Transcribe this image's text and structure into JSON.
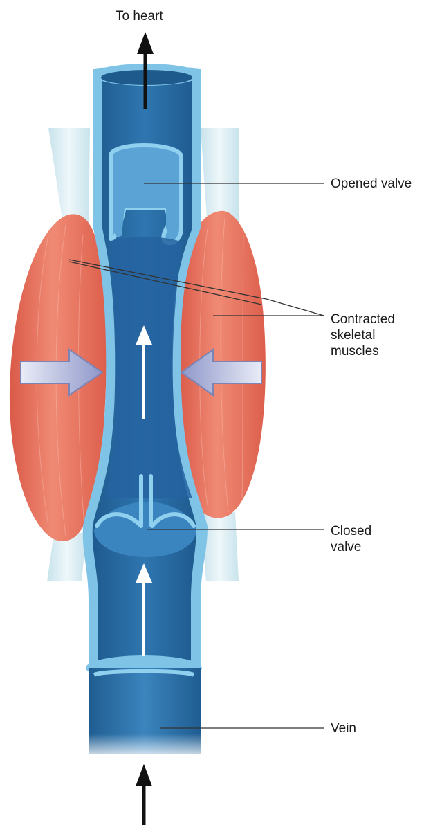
{
  "labels": {
    "to_heart": "To heart",
    "opened_valve": "Opened valve",
    "contracted_1": "Contracted",
    "contracted_2": "skeletal",
    "contracted_3": "muscles",
    "closed_1": "Closed",
    "closed_2": "valve",
    "vein": "Vein"
  },
  "colors": {
    "vein_dark": "#2b6fa6",
    "vein_mid": "#3b84bd",
    "vein_wall": "#7fc3e6",
    "valve_open_fill": "#5aa3d4",
    "muscle": "#e8705e",
    "muscle_light": "#f39a86",
    "tendon": "#d9ecf2",
    "pressure_arrow": "#b9bfe0",
    "leader_line": "#333333"
  },
  "icons": [
    "up-arrow-icon",
    "pressure-arrow-icon",
    "flow-arrow-icon"
  ]
}
